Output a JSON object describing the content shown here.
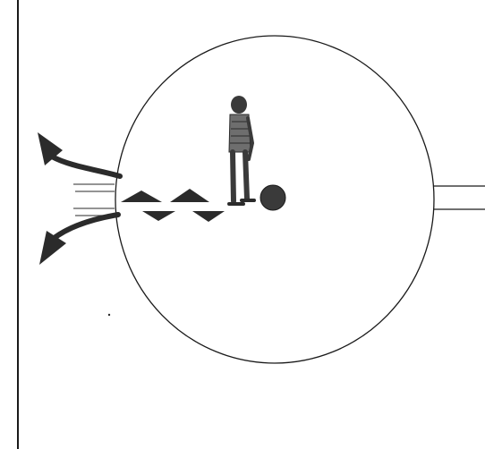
{
  "diagram": {
    "colors": {
      "line": "#1a1a1a",
      "ink": "#2b2b2b",
      "shirt": "#6e6e6e",
      "ball": "#3a3a3a",
      "background": "#ffffff"
    },
    "icons": [
      "left-wall-line",
      "big-circle",
      "outflow-arrow-up",
      "outflow-arrow-down",
      "speed-lines",
      "triangle-markers",
      "standing-person",
      "ball",
      "right-rail"
    ]
  }
}
